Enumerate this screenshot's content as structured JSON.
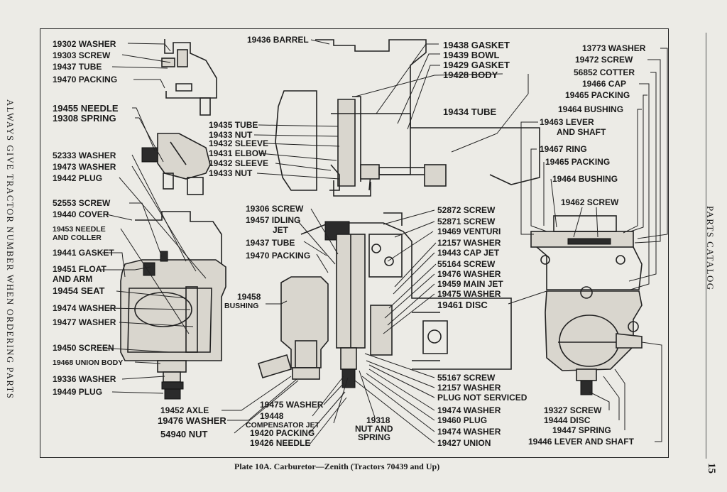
{
  "margin_left": "ALWAYS GIVE TRACTOR NUMBER WHEN ORDERING PARTS",
  "margin_right": "PARTS CATALOG",
  "page_number": "15",
  "caption": "Plate 10A.   Carburetor—Zenith (Tractors 70439 and Up)",
  "labels": {
    "l_19302": "19302 WASHER",
    "l_19303": "19303 SCREW",
    "l_19437a": "19437 TUBE",
    "l_19470a": "19470 PACKING",
    "l_19455": "19455 NEEDLE",
    "l_19308": "19308 SPRING",
    "l_52333": "52333 WASHER",
    "l_19473": "19473 WASHER",
    "l_19442": "19442 PLUG",
    "l_52553": "52553 SCREW",
    "l_19440": "19440 COVER",
    "l_19453a": "19453 NEEDLE",
    "l_19453b": "AND COLLER",
    "l_19441": "19441 GASKET",
    "l_19451a": "19451 FLOAT",
    "l_19451b": "AND ARM",
    "l_19454": "19454 SEAT",
    "l_19474a": "19474 WASHER",
    "l_19477": "19477 WASHER",
    "l_19450": "19450 SCREEN",
    "l_19468": "19468 UNION BODY",
    "l_19336": "19336 WASHER",
    "l_19449": "19449 PLUG",
    "l_19436": "19436 BARREL",
    "l_19435": "19435 TUBE",
    "l_19433a": "19433 NUT",
    "l_19432a": "19432 SLEEVE",
    "l_19431": "19431 ELBOW",
    "l_19432b": "19432 SLEEVE",
    "l_19433b": "19433 NUT",
    "l_19438": "19438 GASKET",
    "l_19439": "19439 BOWL",
    "l_19429": "19429 GASKET",
    "l_19428": "19428 BODY",
    "l_19434": "19434 TUBE",
    "l_19306": "19306 SCREW",
    "l_19457a": "19457 IDLING",
    "l_19457b": "JET",
    "l_19437b": "19437 TUBE",
    "l_19470b": "19470 PACKING",
    "l_19458a": "19458",
    "l_19458b": "BUSHING",
    "l_52872": "52872 SCREW",
    "l_52871": "52871 SCREW",
    "l_19469": "19469 VENTURI",
    "l_12157a": "12157 WASHER",
    "l_19443": "19443 CAP JET",
    "l_55164": "55164 SCREW",
    "l_19476a": "19476 WASHER",
    "l_19459": "19459 MAIN JET",
    "l_19475a": "19475 WASHER",
    "l_19461": "19461  DISC",
    "l_55167": "55167 SCREW",
    "l_12157b": "12157 WASHER",
    "l_plug_ns": "PLUG NOT SERVICED",
    "l_19474b": "19474 WASHER",
    "l_19460": "19460 PLUG",
    "l_19474c": "19474 WASHER",
    "l_19427": "19427 UNION",
    "l_19318a": "19318",
    "l_19318b": "NUT AND",
    "l_19318c": "SPRING",
    "l_19475b": "19475 WASHER",
    "l_19448a": "19448",
    "l_19448b": "COMPENSATOR JET",
    "l_19420": "19420 PACKING",
    "l_19426": "19426 NEEDLE",
    "l_19452": "19452 AXLE",
    "l_19476b": "19476 WASHER",
    "l_54940": "54940 NUT",
    "l_13773": "13773 WASHER",
    "l_19472": "19472 SCREW",
    "l_56852": "56852 COTTER",
    "l_19466": "19466 CAP",
    "l_19465a": "19465 PACKING",
    "l_19464a": "19464 BUSHING",
    "l_19463a": "19463 LEVER",
    "l_19463b": "AND SHAFT",
    "l_19467": "19467 RING",
    "l_19465b": "19465 PACKING",
    "l_19464b": "19464 BUSHING",
    "l_19462": "19462 SCREW",
    "l_19327": "19327 SCREW",
    "l_19444": "19444 DISC",
    "l_19447": "19447 SPRING",
    "l_19446": "19446 LEVER AND SHAFT"
  }
}
